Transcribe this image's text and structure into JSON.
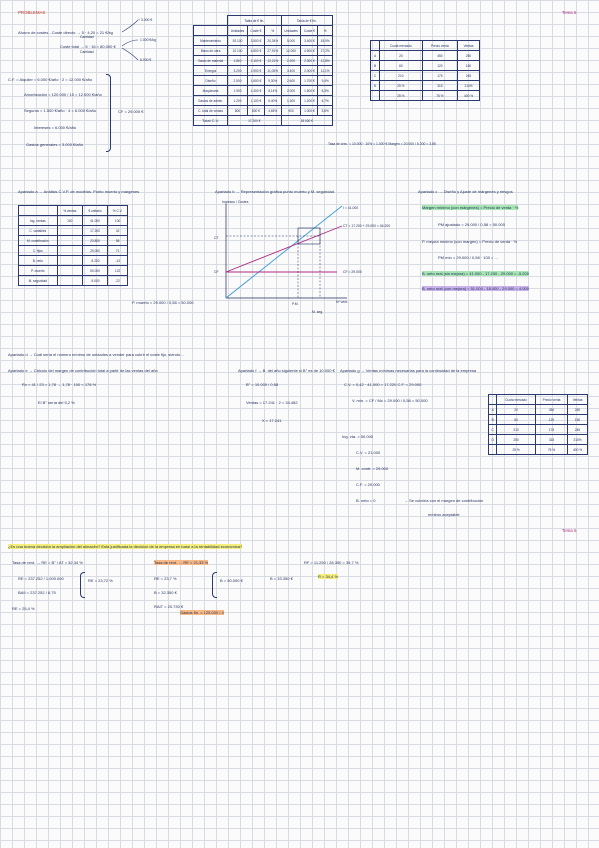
{
  "headers": {
    "left_title": "PROBLEMAS",
    "right_title": "Tema 5",
    "bottom_right_title": "Tema 6"
  },
  "block1": {
    "line1": "Ahorro de costes -   Coste directo  →  5 · 4,20 = 21 €/kg",
    "line1_sub": "Cantidad",
    "line2": "Coste total  →  5 · 16 = 80.000 €",
    "line2_sub": "Cantidad",
    "tags": [
      "+ 3.000 €",
      "1.000 €/kg",
      "8.000 €"
    ],
    "cf_lines": [
      "C.F. = Alquiler = 6.000 €/año · 2 = 12.000 €/año",
      "Amortización = 120.000 / 10 = 12.000 €/año",
      "Seguros = 1.500 €/año · 4 = 6.000 €/año",
      "Intereses = 6.000 €/año",
      "Gastos generales = 3.000 €/año"
    ],
    "cf_total": "CF = 29.000 €"
  },
  "cost_table": {
    "header_groups": [
      "Tabla de € fin.",
      "Tabla de € fin."
    ],
    "header_cols": [
      "",
      "Unidades",
      "Coste €",
      "%",
      "Unidades",
      "Coste €",
      "%"
    ],
    "rows": [
      [
        "Mantenimiento",
        "92.100",
        "3.500 €",
        "20,34%",
        "5.000",
        "3.400 €",
        "18,9%"
      ],
      [
        "Mano de obra",
        "10.100",
        "4.800 €",
        "27,91%",
        "12.000",
        "4.900 €",
        "27,2%"
      ],
      [
        "Gasto de material",
        "1.800",
        "2.100 €",
        "12,21%",
        "2.200",
        "2.300 €",
        "12,8%"
      ],
      [
        "Energía",
        "3.200",
        "1.900 €",
        "11,05%",
        "3.400",
        "2.000 €",
        "11,1%"
      ],
      [
        "Diseño",
        "2.500",
        "1.600 €",
        "9,30%",
        "2.600",
        "1.700 €",
        "9,4%"
      ],
      [
        "Maquinaria",
        "1.900",
        "1.400 €",
        "8,14%",
        "2.000",
        "1.500 €",
        "8,3%"
      ],
      [
        "Gastos de admin.",
        "1.200",
        "1.100 €",
        "6,40%",
        "1.300",
        "1.200 €",
        "6,7%"
      ],
      [
        "C. total de ventas",
        "800",
        "800 €",
        "4,65%",
        "900",
        "1.000 €",
        "5,6%"
      ]
    ],
    "total_label": "Total C.V.",
    "total_a": "17.200 €",
    "total_b": "18.000 €"
  },
  "small_table1": {
    "header": [
      "",
      "Cuota mercado",
      "Precio venta",
      "Ventas"
    ],
    "rows": [
      [
        "A",
        "20",
        "450",
        "250"
      ],
      [
        "B",
        "60",
        "120",
        "150"
      ],
      [
        "C",
        "210",
        "175",
        "245"
      ],
      [
        "D",
        "25 %",
        "315",
        "210%"
      ]
    ],
    "footer": [
      "",
      "25 %",
      "75 %",
      "400 %"
    ],
    "note": "Tasa de crec. = 10.000 · 10% = 1.000 €    Margen = 20.000 / 5.200 = 3,85"
  },
  "apartado_a": {
    "title": "Apartado a → Análisis C.V.P. de modelos. Punto muerto y márgenes",
    "header": [
      "",
      "% ventas",
      "€ unitario",
      "% C.V."
    ],
    "rows": [
      [
        "Ing. ventas",
        "100",
        "41.000",
        "100"
      ],
      [
        "C. variables",
        "",
        "17.200",
        "42"
      ],
      [
        "M. contribución",
        "",
        "23.800",
        "58"
      ],
      [
        "C. fijos",
        "",
        "29.000",
        "71"
      ],
      [
        "B. neto",
        "",
        "-5.200",
        "-13"
      ],
      [
        "P. muerto",
        "",
        "50.000",
        "122"
      ],
      [
        "M. seguridad",
        "",
        "-9.000",
        "-22"
      ]
    ],
    "pm_note": "P. muerto = 29.000 / 0,58 = 50.000"
  },
  "chart": {
    "title": "Apartado b → Representación gráfica punto muerto y M. seguridad",
    "ylabel": "Ingresos / Costes",
    "xlabel": "Nº vent.",
    "labels": [
      "I = 41.000",
      "CT = 17.200 + 29.000 = 46.200",
      "CF = 29.000",
      "CF",
      "CT",
      "P.M.",
      "M. seg."
    ]
  },
  "apartado_c": {
    "title": "Apartado c → Diseño y Ajuste de márgenes y riesgos",
    "items": [
      "Margen mínimo (con márgenes) = Precio de venta · %",
      "PM ajustado = 29.000 / 0,58 = 50.000",
      "P. mejora mínimo (con margen) = Precio de venta · %",
      "PM mín = 29.000 / 0,58 · 100 = ...",
      "B. neto real (sin mejora) = 41.000 - 17.200 - 29.000 = -5.200",
      "B. neto real (con mejora) = 51.000 - 18.000 - 29.000 = 4.000"
    ]
  },
  "middle": {
    "line1": "Apartado d → Cuál sería el número mínimo de unidades a vender para cubrir el coste fijo, siendo ...",
    "line2": "Apartado e → Cálculo del margen de contribución total a partir de las ventas del año",
    "ap_f": "Apartado f → B. del año siguiente si B° es de 10.000 €",
    "ap_g": "Apartado g → Ventas mínimas necesarias para la continuidad de la empresa",
    "calcs_left": [
      "Rv = 41 / 23 = 1,78 → 1,78 · 100 = 178 %",
      "El B° sería del 5,2 %"
    ],
    "calcs_mid": [
      "B° = 10.000 / 0,58",
      "Ventas = 17.241 · 2 = 34.482",
      "X = 17.241"
    ],
    "calcs_right": [
      "C.V. = 0,42 · 41.000 = 17.220   C.F. = 29.000",
      "V. mín. = CF / Mc = 29.000 / 0,58 = 50.000",
      "Ing. vta. = 50.000",
      "C.V. = 21.000",
      "M. contr. = 29.000",
      "C.F. = 29.000",
      "B. neto = 0",
      "→ Se cubriría con el margen de contribución"
    ],
    "note": "mínimo aceptable"
  },
  "small_table2": {
    "header": [
      "",
      "Cuota mercado",
      "Precio venta",
      "Ventas"
    ],
    "rows": [
      [
        "A",
        "20",
        "450",
        "250"
      ],
      [
        "B",
        "60",
        "120",
        "150"
      ],
      [
        "C",
        "210",
        "175",
        "245"
      ],
      [
        "D",
        "250",
        "315",
        "210%"
      ]
    ],
    "footer": [
      "",
      "25 %",
      "75 %",
      "400 %"
    ]
  },
  "bottom": {
    "question": "¿Es una buena decisión la ampliación del almacén? Está justificada la decisión de la empresa en base a la rentabilidad económica?",
    "r1": "Tasa de rent. → RE = B° / AT = 32,34 %",
    "r2": "Tasa de rent. → RE = 21,33 %",
    "r3": "RF = 11.250 / 28.350 = 39,7 %",
    "pct": "R = 34,4 %",
    "items": [
      "RE = 237.252 / 1.000.000",
      "BAII = 237.252 / 8,75",
      "RE = 23,7 %",
      "B = 32.350 €",
      "RE = 25,4 %",
      "RAIT = 20.730 €"
    ],
    "boxes": [
      "RE = 23,72 %",
      "B = 50.000 €",
      "B = 33.350 €"
    ],
    "final": "Gastos fin. = 125.000 / 4"
  }
}
